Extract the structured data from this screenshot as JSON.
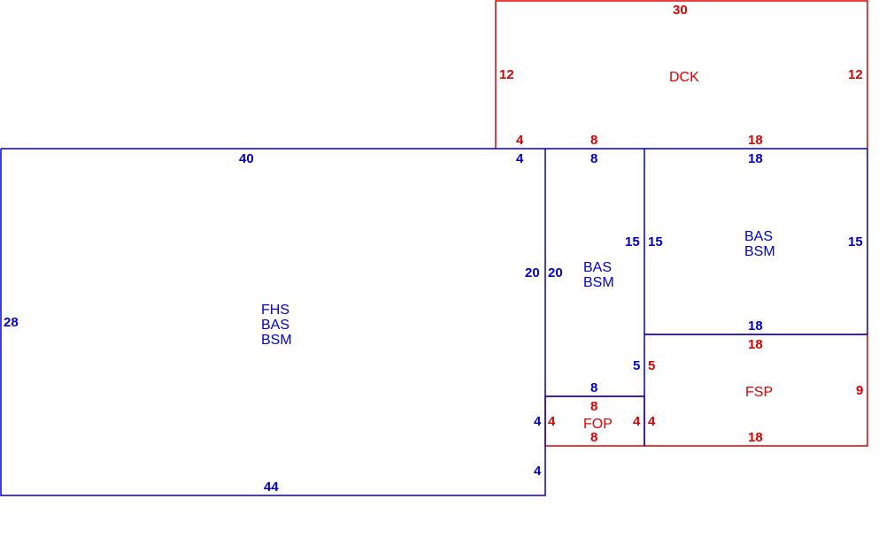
{
  "colors": {
    "living": "#0000cc",
    "exterior": "#dd0000"
  },
  "areas": {
    "main": {
      "lines": [
        "FHS",
        "BAS",
        "BSM"
      ]
    },
    "mid": {
      "lines": [
        "BAS",
        "BSM"
      ]
    },
    "right": {
      "lines": [
        "BAS",
        "BSM"
      ]
    },
    "dck": "DCK",
    "fop": "FOP",
    "fsp": "FSP"
  },
  "dims": {
    "main_top": "40",
    "main_top_jog": "4",
    "main_left": "28",
    "main_bottom": "44",
    "main_right_upper": "20",
    "main_right_lower": "4",
    "main_right_jog": "4",
    "mid_top": "8",
    "mid_left": "20",
    "mid_right": "15",
    "mid_bottom": "8",
    "mid_right_lower": "5",
    "right_top": "18",
    "right_left": "15",
    "right_right": "15",
    "right_bottom": "18",
    "dck_top": "30",
    "dck_left": "12",
    "dck_right": "12",
    "dck_bottom_a": "4",
    "dck_bottom_b": "8",
    "dck_bottom_c": "18",
    "fop_top": "8",
    "fop_bottom": "8",
    "fop_left": "4",
    "fop_right": "4",
    "fsp_top": "18",
    "fsp_right": "9",
    "fsp_bottom": "18",
    "fsp_left_upper": "5",
    "fsp_left_lower": "4"
  }
}
